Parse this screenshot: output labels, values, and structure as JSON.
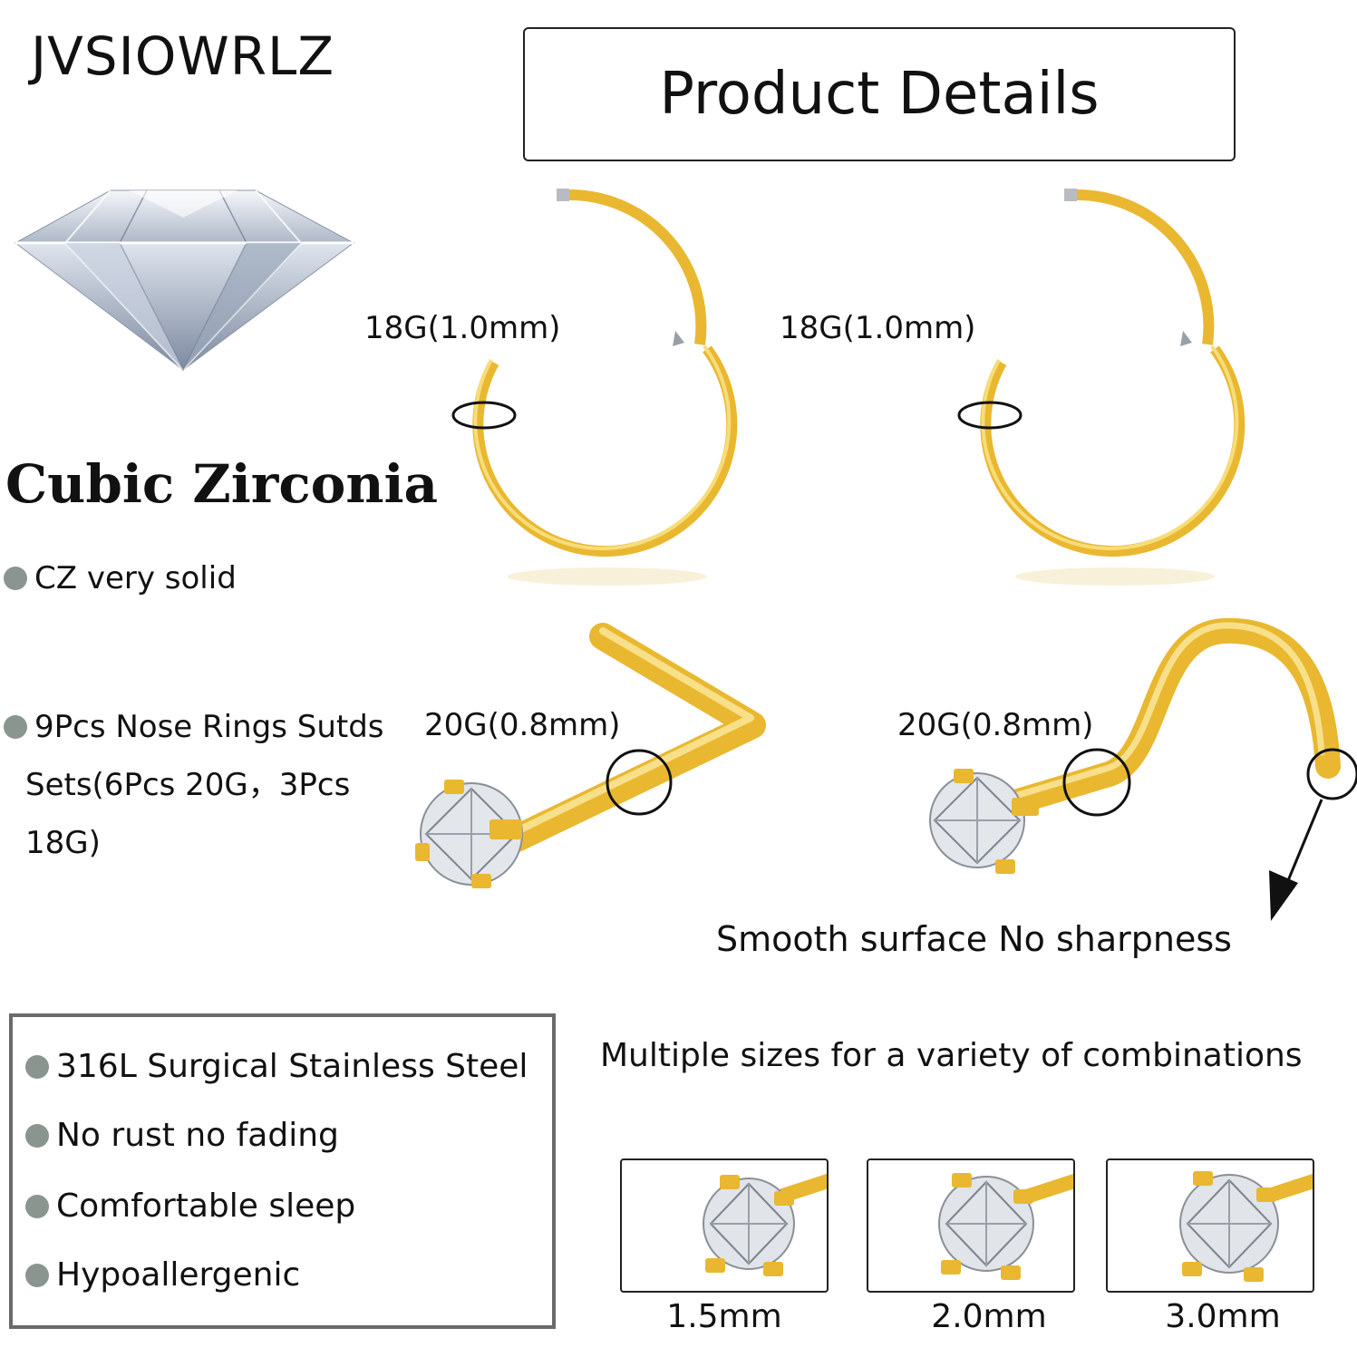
{
  "brand": "JVSIOWRLZ",
  "header": {
    "title": "Product Details"
  },
  "gem": {
    "title": "Cubic Zirconia",
    "bullet": "CZ very solid"
  },
  "set_info": {
    "line1": "9Pcs Nose Rings Sutds",
    "line2": "Sets(6Pcs 20G，3Pcs",
    "line3": "18G)"
  },
  "gauges": {
    "hoop_left": "18G(1.0mm)",
    "hoop_right": "18G(1.0mm)",
    "stud_left": "20G(0.8mm)",
    "stud_right": "20G(0.8mm)"
  },
  "smooth_note": "Smooth surface No sharpness",
  "features": [
    "316L Surgical Stainless Steel",
    "No rust no fading",
    "Comfortable sleep",
    "Hypoallergenic"
  ],
  "sizes": {
    "heading": "Multiple sizes for a variety of combinations",
    "items": [
      "1.5mm",
      "2.0mm",
      "3.0mm"
    ]
  },
  "colors": {
    "gold": "#e9b830",
    "bullet": "#8a9590",
    "border": "#6a6a6a"
  }
}
